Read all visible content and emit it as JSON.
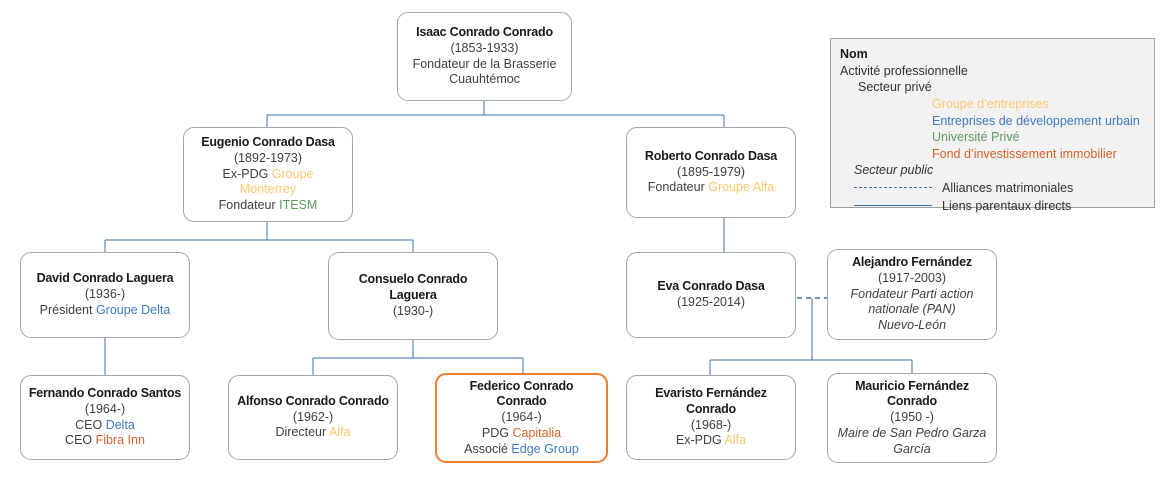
{
  "diagram": {
    "title": "Conrado family business genealogy",
    "colors": {
      "line": "#3E6FAF",
      "box_border": "#A6A6A6",
      "highlight_border": "#ED7D31",
      "legend_fill": "#F2F2F2",
      "groupe_entreprises": "#FFC66B",
      "developpement_urbain": "#3E7BBF",
      "universite_privee": "#5F9A5F",
      "fond_investissement": "#D9622B"
    }
  },
  "nodes": {
    "isaac": {
      "name": "Isaac Conrado Conrado",
      "years": "(1853-1933)",
      "role_line1_pre": "Fondateur de la Brasserie",
      "role_line2": "Cuauhtémoc"
    },
    "eugenio": {
      "name": "Eugenio Conrado Dasa",
      "years": "(1892-1973)",
      "role1_pre": "Ex-PDG ",
      "role1_org": "Groupe",
      "role1_org2": "Monterrey",
      "role2_pre": "Fondateur ",
      "role2_org": "ITESM"
    },
    "roberto": {
      "name": "Roberto Conrado Dasa",
      "years": "(1895-1979)",
      "role1_pre": "Fondateur ",
      "role1_org": "Groupe Alfa"
    },
    "david": {
      "name": "David Conrado Laguera",
      "years": "(1936-)",
      "role1_pre": "Président ",
      "role1_org": "Groupe Delta"
    },
    "consuelo": {
      "name": "Consuelo Conrado Laguera",
      "years": "(1930-)"
    },
    "eva": {
      "name": "Eva Conrado Dasa",
      "years": "(1925-2014)"
    },
    "alejandro": {
      "name": "Alejandro Fernández",
      "years": "(1917-2003)",
      "role1": "Fondateur Parti action",
      "role2": "nationale (PAN)",
      "role3": "Nuevo-León"
    },
    "fernando": {
      "name": "Fernando Conrado Santos",
      "years": "(1964-)",
      "role1_pre": "CEO ",
      "role1_org": "Delta",
      "role2_pre": "CEO ",
      "role2_org": "Fibra Inn"
    },
    "alfonso": {
      "name": "Alfonso Conrado Conrado",
      "years": "(1962-)",
      "role1_pre": "Directeur ",
      "role1_org": "Alfa"
    },
    "federico": {
      "name": "Federico Conrado Conrado",
      "years": "(1964-)",
      "role1_pre": "PDG ",
      "role1_org": "Capitalia",
      "role2_pre": "Associé ",
      "role2_org": "Edge Group"
    },
    "evaristo": {
      "name_line1": "Evaristo Fernández",
      "name_line2": "Conrado",
      "years": "(1968-)",
      "role1_pre": "Ex-PDG ",
      "role1_org": "Alfa"
    },
    "mauricio": {
      "name_line1": "Mauricio Fernández",
      "name_line2": "Conrado",
      "years": "(1950 -)",
      "role1": "Maire de San Pedro Garza",
      "role2": "García"
    }
  },
  "legend": {
    "title": "Nom",
    "line_activity": "Activité professionnelle",
    "line_private": "Secteur privé",
    "item_groupe": "Groupe d’entreprises",
    "item_urbain": "Entreprises  de développement  urbain",
    "item_universite": "Université  Privé",
    "item_fond": "Fond d’investissement  immobilier",
    "line_public": "Secteur public",
    "item_alliances": "Alliances matrimoniales",
    "item_liens": "Liens parentaux directs"
  }
}
